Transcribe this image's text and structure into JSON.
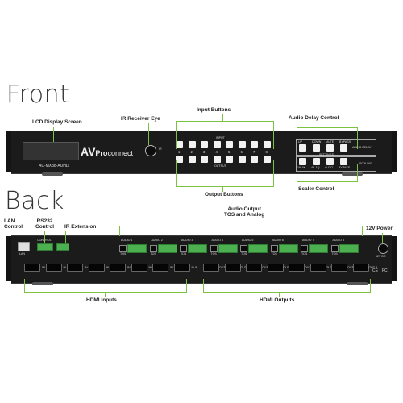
{
  "headings": {
    "front": "Front",
    "back": "Back"
  },
  "front_callouts": {
    "lcd": "LCD Display Screen",
    "ir_eye": "IR Receiver Eye",
    "input_buttons": "Input Buttons",
    "audio_delay": "Audio Delay Control",
    "output_buttons": "Output Buttons",
    "scaler": "Scaler Control"
  },
  "back_callouts": {
    "lan": "LAN\nControl",
    "rs232": "RS232\nControl",
    "ir_ext": "IR Extension",
    "audio_out": "Audio Output\nTOS and Analog",
    "power": "12V Power",
    "hdmi_in": "HDMI Inputs",
    "hdmi_out": "HDMI Outputs"
  },
  "front_panel": {
    "brand_prefix": "AV",
    "brand_pro": "Pro",
    "brand_connect": "connect",
    "model": "AC-MX88-AUHD",
    "ir_label": "IR",
    "input_label": "INPUT",
    "output_label": "OUTPUT",
    "numbers": [
      "1",
      "2",
      "3",
      "4",
      "5",
      "6",
      "7",
      "8"
    ],
    "delay_buttons": [
      "UP",
      "DOWN",
      "MUTE",
      "BYPASS"
    ],
    "audio_delay_label": "AUDIO DELAY",
    "settings_label": "SETTINGS",
    "scaling_label": "SCALING",
    "scaler_buttons": [
      "1K-4K",
      "4K-1Q",
      "AUTO",
      "BYPASS"
    ]
  },
  "back_panel": {
    "lan_port": "LAN",
    "control_label": "CONTROL",
    "audio_labels": [
      "AUDIO 1",
      "AUDIO 2",
      "AUDIO 3",
      "AUDIO 4",
      "AUDIO 5",
      "AUDIO 6",
      "AUDIO 7",
      "AUDIO 8"
    ],
    "tos_label": "TOS",
    "inputs": [
      "IN 1",
      "IN 2",
      "IN 3",
      "IN 4",
      "IN 5",
      "IN 6",
      "IN 7",
      "IN 8"
    ],
    "outputs": [
      "OUT 1",
      "OUT 2",
      "OUT 3",
      "OUT 4",
      "OUT 5",
      "OUT 6",
      "OUT 7",
      "OUT 8"
    ],
    "power_label": "12V DC",
    "cert_marks": [
      "CE",
      "FC"
    ]
  },
  "colors": {
    "accent_green": "#7dc142",
    "chassis": "#1b1b1b",
    "button": "#f2f2f2"
  }
}
